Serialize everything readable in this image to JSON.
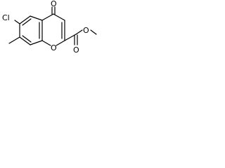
{
  "structure": {
    "atom_labels": {
      "chlorine": "Cl",
      "ketone_oxygen": "O",
      "ring_oxygen": "O",
      "carbonyl_oxygen": "O",
      "ester_oxygen": "O"
    }
  }
}
